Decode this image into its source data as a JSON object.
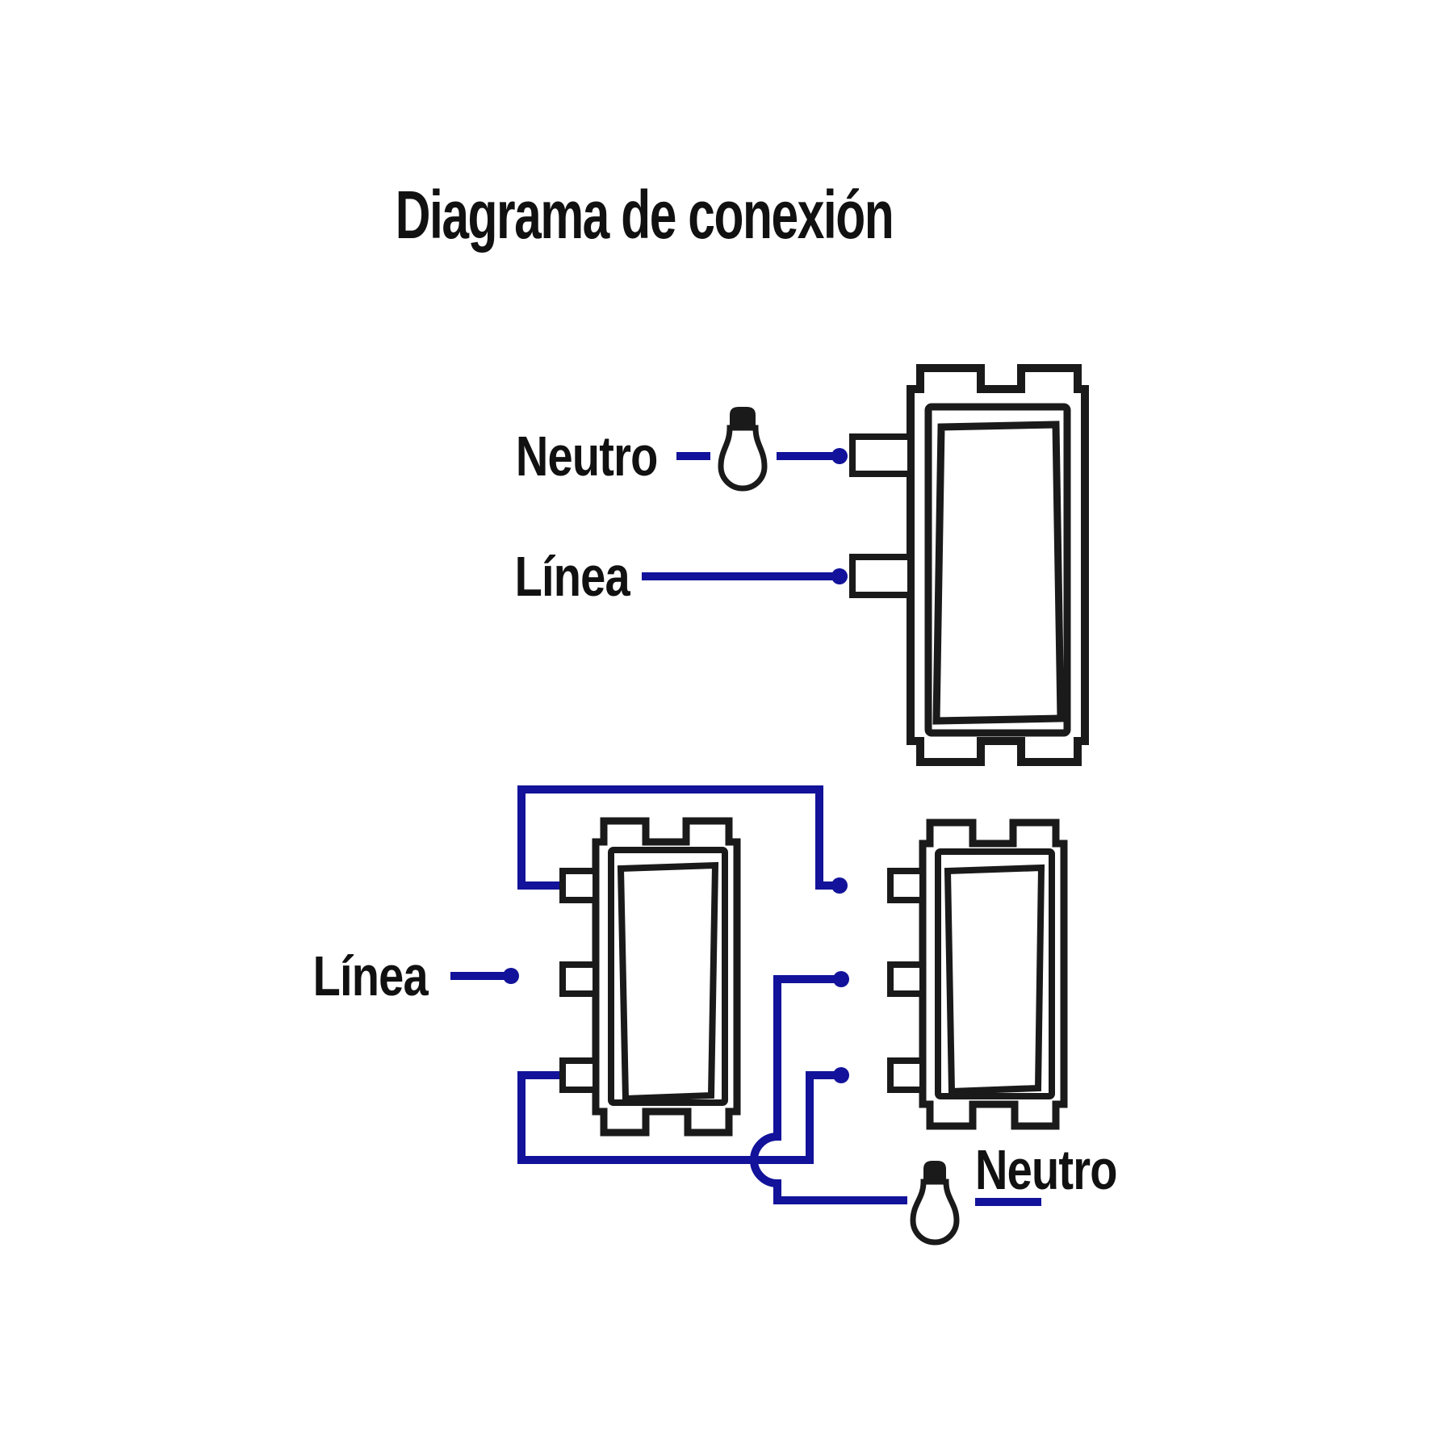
{
  "title": "Diagrama de conexión",
  "colors": {
    "wire": "#12129a",
    "outline": "#1a1a1a",
    "text": "#111111",
    "background": "#ffffff"
  },
  "top_circuit": {
    "neutral_label": "Neutro",
    "line_label": "Línea",
    "lamp_icon": "light-bulb-icon"
  },
  "bottom_circuit": {
    "line_label": "Línea",
    "neutral_label": "Neutro",
    "lamp_icon": "light-bulb-icon"
  }
}
